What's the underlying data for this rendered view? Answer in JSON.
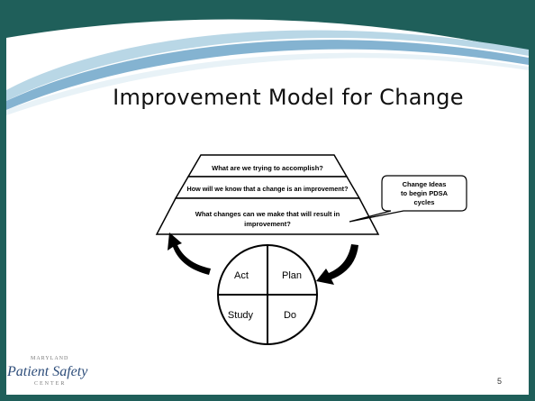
{
  "slide": {
    "title": "Improvement Model for Change",
    "page_number": "5"
  },
  "pyramid": {
    "tiers": [
      "What are we trying to accomplish?",
      "How will we know that a change is an improvement?",
      "What changes can we make that will result in",
      "improvement?"
    ]
  },
  "callout": {
    "lines": [
      "Change Ideas",
      "to begin PDSA",
      "cycles"
    ]
  },
  "pdsa": {
    "act": "Act",
    "plan": "Plan",
    "study": "Study",
    "do": "Do"
  },
  "logo": {
    "top": "MARYLAND",
    "main": "Patient Safety",
    "bottom": "CENTER"
  },
  "colors": {
    "frame": "#1f5f5a",
    "content_bg": "#ffffff",
    "swoosh_light": "#b9d7e6",
    "swoosh_blue": "#6fa6c9",
    "logo_text": "#2d4d7a"
  }
}
